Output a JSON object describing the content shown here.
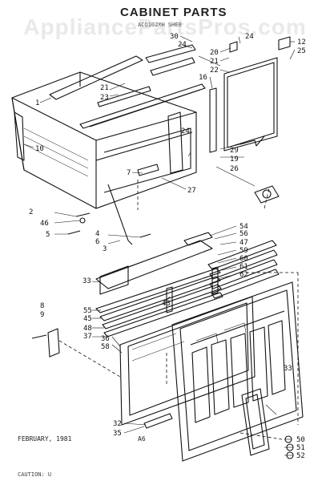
{
  "watermark": "AppliancePartsPros.com",
  "title": "CABINET PARTS",
  "subtitle": "ACQ102XH  SHE0",
  "footer": {
    "date": "FEBRUARY, 1981",
    "page": "A6",
    "caution": "CAUTION: U"
  },
  "callouts": [
    "1",
    "2",
    "3",
    "4",
    "5",
    "6",
    "7",
    "8",
    "9",
    "10",
    "12",
    "16",
    "19",
    "20",
    "21",
    "22",
    "23",
    "24",
    "25",
    "26",
    "27",
    "29",
    "30",
    "32",
    "33",
    "35",
    "36",
    "37",
    "43",
    "45",
    "46",
    "47",
    "48",
    "50",
    "51",
    "52",
    "54",
    "55",
    "56",
    "58",
    "59",
    "60",
    "61",
    "62"
  ]
}
